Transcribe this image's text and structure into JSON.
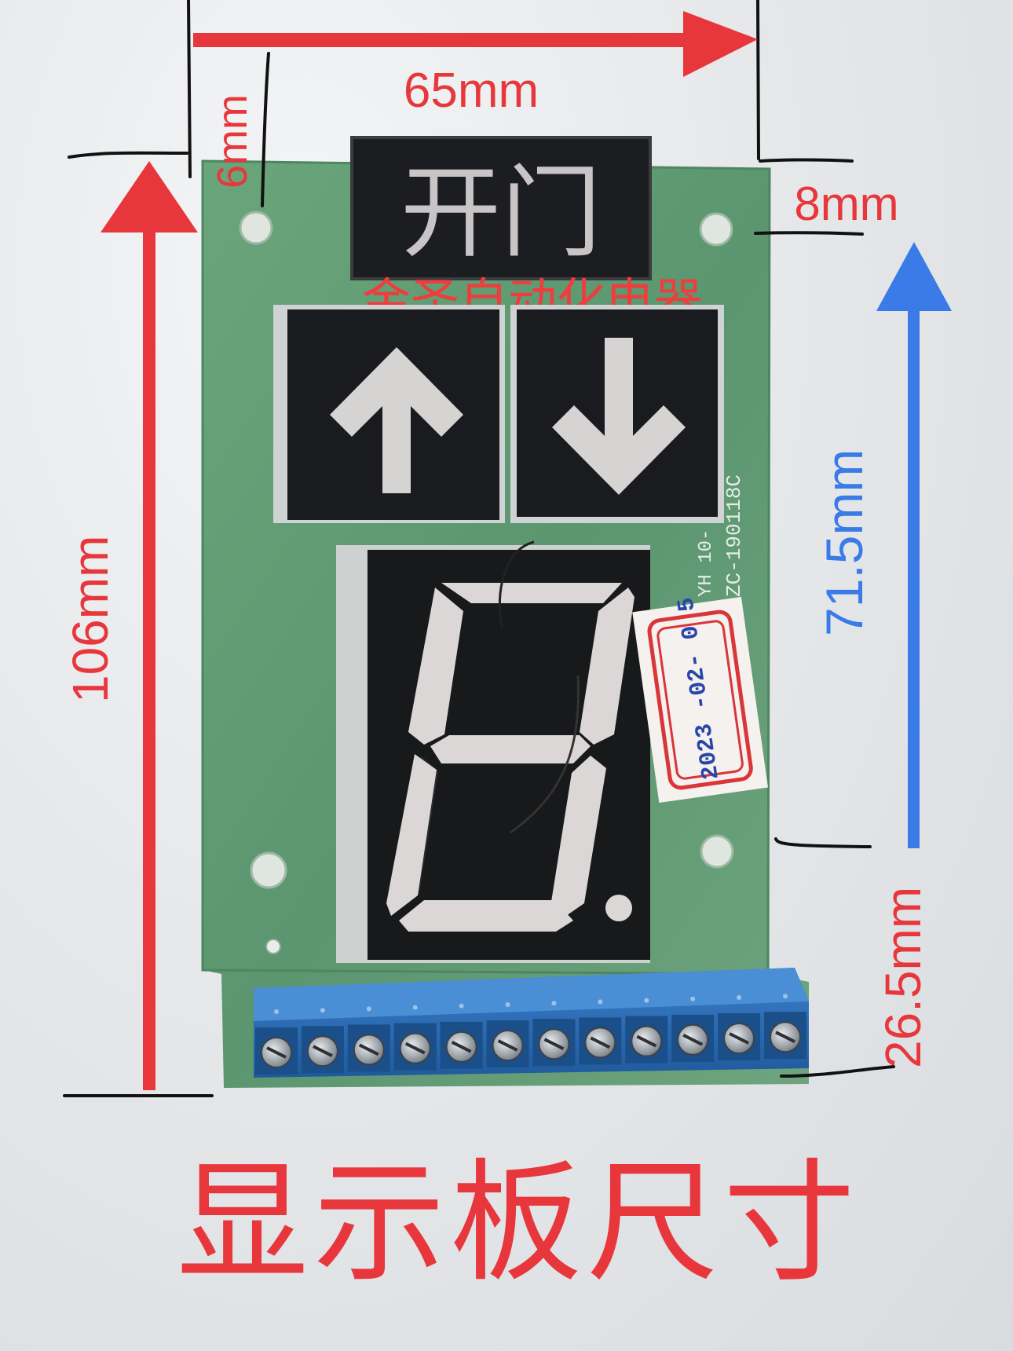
{
  "dimensions": {
    "width_top": "65mm",
    "offset_left": "6mm",
    "offset_right": "8mm",
    "height_total": "106mm",
    "height_upper": "71.5mm",
    "height_lower": "26.5mm"
  },
  "board": {
    "open_door_label": "开门",
    "brand_watermark": "金圣自动化电器",
    "silkscreen_line1": "YH 10-",
    "silkscreen_line2": "ZC-190118C",
    "date_sticker": "2023 -02- 0 5",
    "terminal_count": 12
  },
  "caption": "显示板尺寸",
  "colors": {
    "red_dimension": "#e8373c",
    "blue_dimension": "#3a7be8",
    "pcb_green": "#5f9a70",
    "terminal_blue": "#2a66b0"
  }
}
